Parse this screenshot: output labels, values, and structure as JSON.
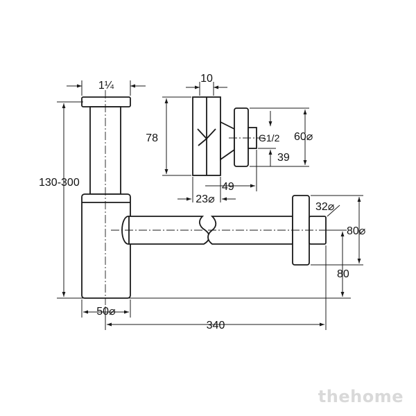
{
  "labels": {
    "inlet_size": "1¼",
    "height_range": "130-300",
    "body_diameter": "50⌀",
    "overall_length": "340",
    "valve_width": "10",
    "valve_height": "78",
    "valve_thread": "G1/2",
    "flange_diameter": "60⌀",
    "thread_offset": "39",
    "valve_depth": "49",
    "valve_bore": "23⌀",
    "pipe_diameter": "32⌀",
    "wall_flange_diameter": "80⌀",
    "outlet_height": "80"
  },
  "watermark": {
    "text": "thehome",
    "color": "#d9d9d9"
  }
}
